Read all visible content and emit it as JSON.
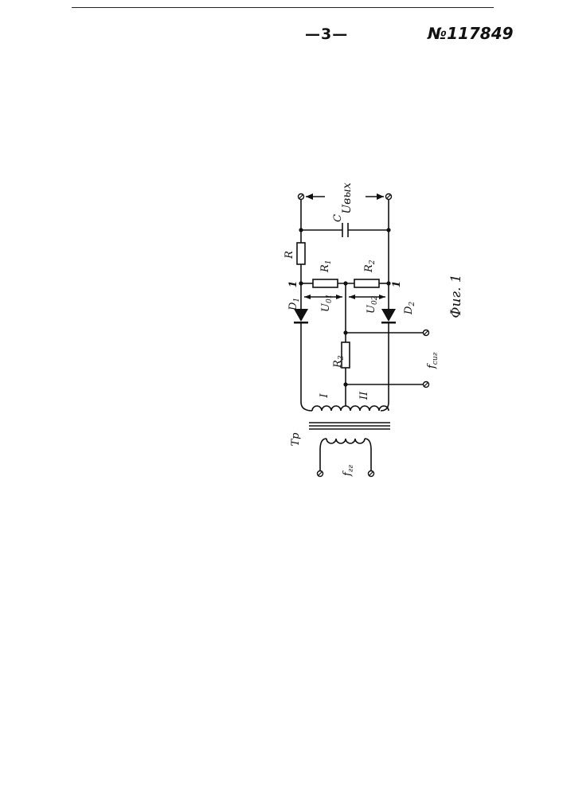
{
  "header": {
    "page_number": "—3—",
    "patent_number": "№117849"
  },
  "labels": {
    "u_out": "Uвых",
    "capacitor": "C",
    "resistor_r": "R",
    "resistor_r1": "R",
    "r1_sub": "1",
    "resistor_r2": "R",
    "r2_sub": "2",
    "resistor_r3": "R",
    "r3_sub": "3",
    "diode_d1": "D",
    "d1_sub": "1",
    "diode_d2": "D",
    "d2_sub": "2",
    "u01": "U",
    "u01_sub": "01",
    "u02": "U",
    "u02_sub": "02",
    "node1_left": "1",
    "node1_right": "1",
    "winding_i": "I",
    "winding_ii": "II",
    "transformer": "Тр",
    "f_signal": "f",
    "f_signal_sub": "сиг",
    "f_heterodyne": "f",
    "f_heterodyne_sub": "гг",
    "figure_caption": "Фиг. 1"
  }
}
